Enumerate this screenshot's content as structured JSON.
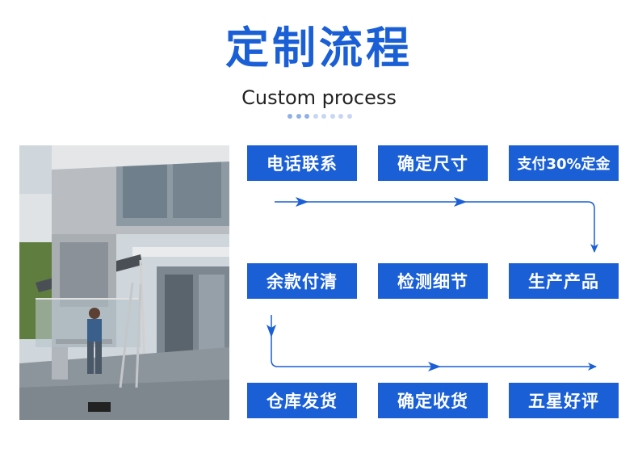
{
  "header": {
    "title": "定制流程",
    "subtitle": "Custom process"
  },
  "steps": [
    {
      "label": "电话联系"
    },
    {
      "label": "确定尺寸"
    },
    {
      "label": "支付30%定金"
    },
    {
      "label": "余款付清"
    },
    {
      "label": "检测细节"
    },
    {
      "label": "生产产品"
    },
    {
      "label": "仓库发货"
    },
    {
      "label": "确定收货"
    },
    {
      "label": "五星好评"
    }
  ],
  "colors": {
    "accent": "#1a5fd6",
    "text": "#222222",
    "background": "#ffffff"
  }
}
